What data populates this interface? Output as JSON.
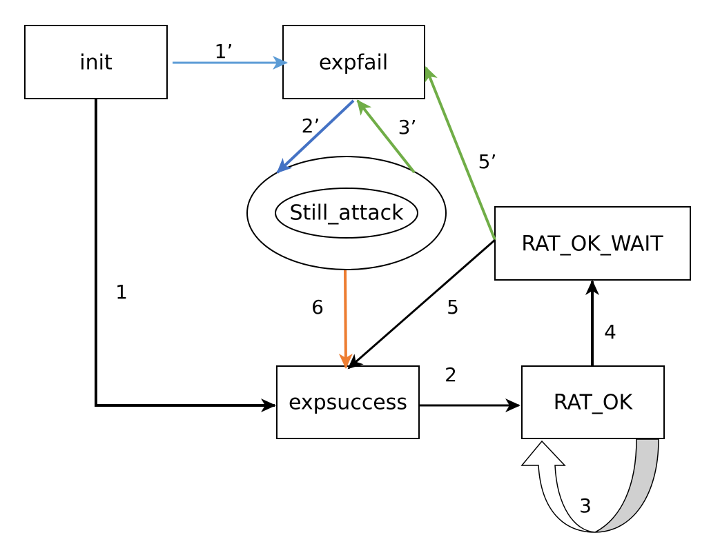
{
  "nodes": {
    "init": "init",
    "expfail": "expfail",
    "still_attack": "Still_attack",
    "rat_ok_wait": "RAT_OK_WAIT",
    "expsuccess": "expsuccess",
    "rat_ok": "RAT_OK"
  },
  "edge_labels": {
    "e1": "1",
    "e1p": "1’",
    "e2": "2",
    "e2p": "2’",
    "e3": "3",
    "e3p": "3’",
    "e4": "4",
    "e5": "5",
    "e5p": "5’",
    "e6": "6"
  },
  "colors": {
    "blue_light": "#5B9BD5",
    "blue": "#4472C4",
    "green": "#70AD47",
    "orange": "#ED7D31",
    "black": "#000000",
    "gray_fill": "#D0D0D0"
  }
}
